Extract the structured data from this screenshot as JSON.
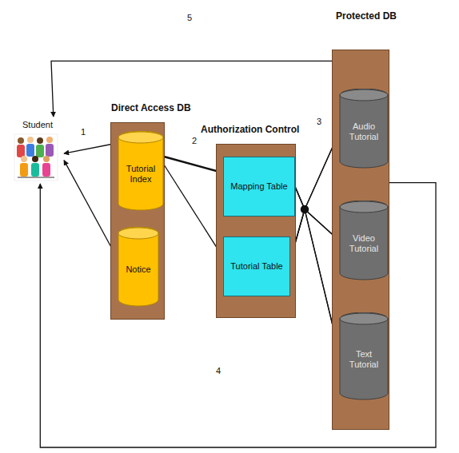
{
  "diagram": {
    "nodes": [
      {
        "text": [
          "Student"
        ]
      },
      {
        "text": [
          "Direct Access DB"
        ]
      },
      {
        "text": [
          "Tutorial Index"
        ],
        "in": 1
      },
      {
        "text": [
          "Notice"
        ],
        "in": 1
      },
      {
        "text": [
          "Authorization Control"
        ]
      },
      {
        "text": [
          "Mapping Table"
        ],
        "in": 4
      },
      {
        "text": [
          "Tutorial Table"
        ],
        "in": 4
      },
      {
        "text": [
          "Protected DB"
        ]
      },
      {
        "text": [
          "Audio Tutorial"
        ],
        "in": 7
      },
      {
        "text": [
          "Video Tutorial"
        ],
        "in": 7
      },
      {
        "text": [
          "Text Tutorial"
        ],
        "in": 7
      }
    ],
    "edges": [
      {
        "from": 0,
        "to": 2,
        "arrow": "both"
      },
      {
        "from": 0,
        "to": 3,
        "arrow": "both"
      },
      {
        "from": 2,
        "to": 5,
        "arrow": "to"
      },
      {
        "from": 2,
        "to": 6,
        "arrow": "to"
      },
      {
        "from": 5,
        "to": 8,
        "arrow": "to"
      },
      {
        "from": 5,
        "to": 9,
        "arrow": "to"
      },
      {
        "from": 5,
        "to": 10,
        "arrow": "to"
      },
      {
        "from": 6,
        "to": 8,
        "arrow": "to"
      },
      {
        "from": 6,
        "to": 9,
        "arrow": "to"
      },
      {
        "from": 6,
        "to": 10,
        "arrow": "to"
      },
      {
        "from": 7,
        "to": 0,
        "arrow": "to"
      },
      {
        "from": 7,
        "to": 0,
        "arrow": "to"
      }
    ],
    "labels": [
      "5",
      "1",
      "2",
      "3",
      "4"
    ]
  }
}
